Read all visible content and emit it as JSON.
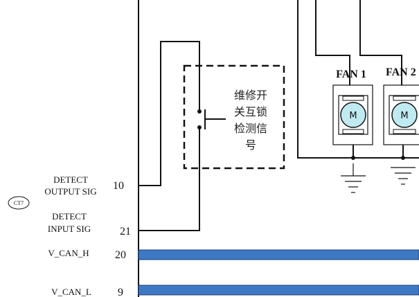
{
  "connector": {
    "label": "CT7"
  },
  "signals": [
    {
      "name_line1": "DETECT",
      "name_line2": "OUTPUT SIG",
      "pin": "10"
    },
    {
      "name_line1": "DETECT",
      "name_line2": "INPUT SIG",
      "pin": "21"
    },
    {
      "name_line1": "V_CAN_H",
      "name_line2": "",
      "pin": "20"
    },
    {
      "name_line1": "V_CAN_L",
      "name_line2": "",
      "pin": "9"
    }
  ],
  "interlock": {
    "line1": "维修开",
    "line2": "关互锁",
    "line3": "检测信",
    "line4": "号"
  },
  "fans": [
    {
      "title": "FAN 1",
      "motor": "M"
    },
    {
      "title": "FAN 2",
      "motor": "M"
    }
  ],
  "colors": {
    "can_bus": "#3d78c4",
    "motor_fill": "#bfeaf0",
    "line": "#111111"
  }
}
